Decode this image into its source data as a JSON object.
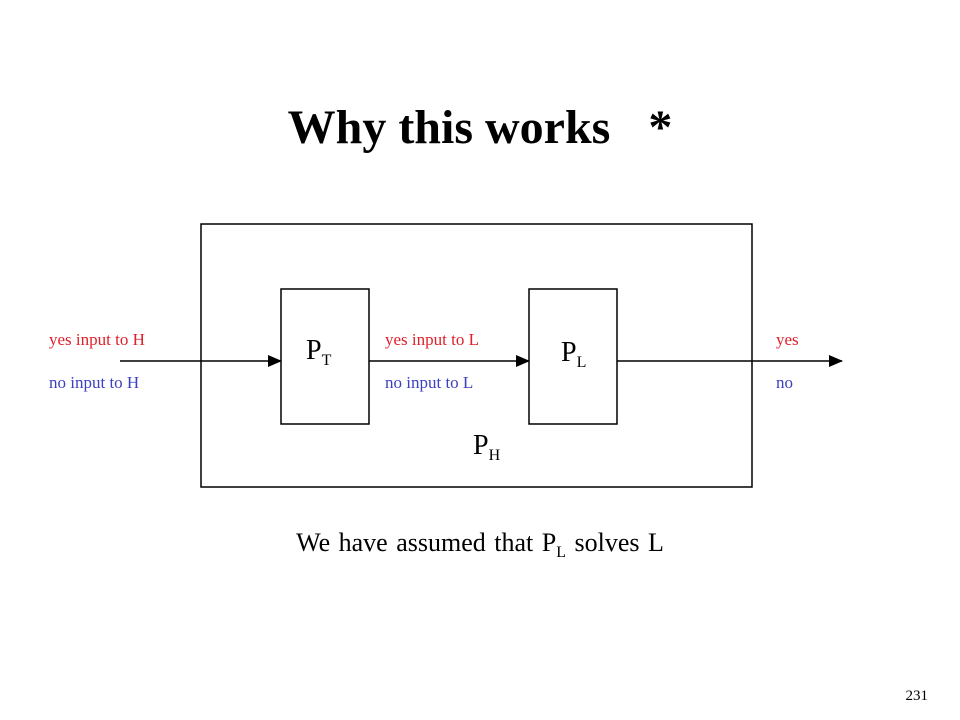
{
  "slide": {
    "title": "Why this works",
    "title_mark": "*",
    "page_number": "231"
  },
  "diagram": {
    "outer_box_label": {
      "main": "P",
      "sub": "H"
    },
    "box_t_label": {
      "main": "P",
      "sub": "T"
    },
    "box_l_label": {
      "main": "P",
      "sub": "L"
    },
    "input_labels": {
      "yes": "yes input to H",
      "no": "no input to H"
    },
    "middle_labels": {
      "yes": "yes input to L",
      "no": "no input to L"
    },
    "output_labels": {
      "yes": "yes",
      "no": "no"
    },
    "colors": {
      "yes": "#e0202a",
      "no": "#3b3fc0",
      "lines": "#000000"
    }
  },
  "caption": {
    "before": "We have assumed that P",
    "sub": "L",
    "after": " solves L"
  }
}
